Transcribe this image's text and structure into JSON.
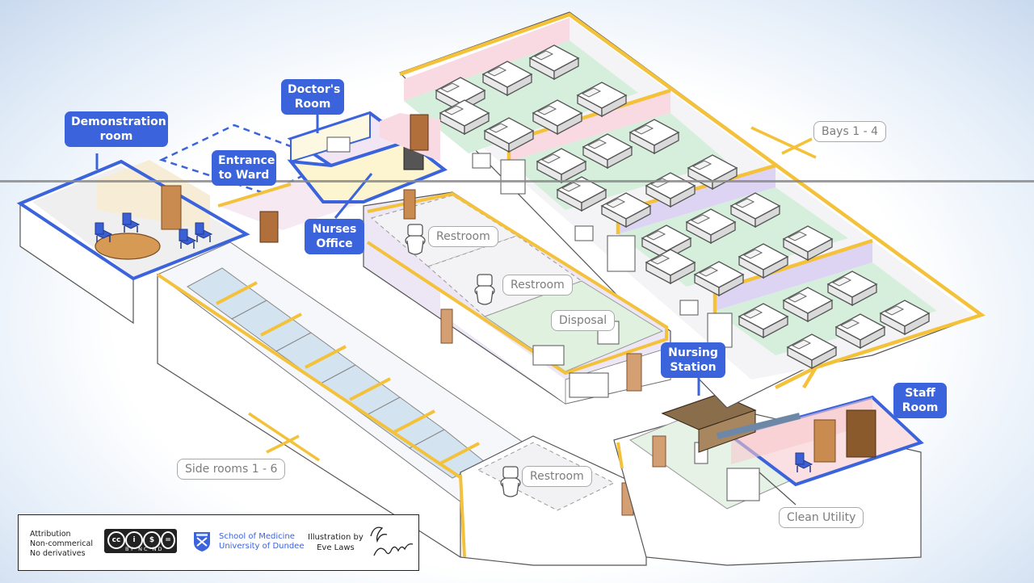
{
  "labels": {
    "demonstration_room": [
      "Demonstration",
      "room"
    ],
    "doctors_room": [
      "Doctor's",
      "Room"
    ],
    "entrance_to_ward": [
      "Entrance",
      "to Ward"
    ],
    "nurses_office": [
      "Nurses",
      "Office"
    ],
    "nursing_station": [
      "Nursing",
      "Station"
    ],
    "staff_room": [
      "Staff",
      "Room"
    ]
  },
  "room_tags": {
    "bays": "Bays 1 - 4",
    "restroom_top": "Restroom",
    "restroom_middle": "Restroom",
    "disposal": "Disposal",
    "side_rooms": "Side rooms 1 - 6",
    "restroom_bottom": "Restroom",
    "clean_utility": "Clean Utility"
  },
  "legend": {
    "license_lines": [
      "Attribution",
      "Non-commerical",
      "No derivatives"
    ],
    "cc_codes": "BY NC ND",
    "school_lines": [
      "School of Medicine",
      "University of Dundee"
    ],
    "illustration_lines": [
      "Illustration by",
      "Eve Laws"
    ]
  },
  "colors": {
    "wall_yellow": "#f4c13b",
    "label_blue": "#3b63db",
    "bay_green": "#d6efdc",
    "bay_pink": "#f9d9e2",
    "bay_lilac": "#ddd3f3",
    "floor_grey": "#f2f2f4",
    "side_room_blue": "#cfe0ee"
  },
  "icons": [
    "cc-license-icon",
    "university-shield-icon",
    "signature-icon",
    "hospital-bed-icon",
    "toilet-icon",
    "chair-icon",
    "door-icon"
  ]
}
